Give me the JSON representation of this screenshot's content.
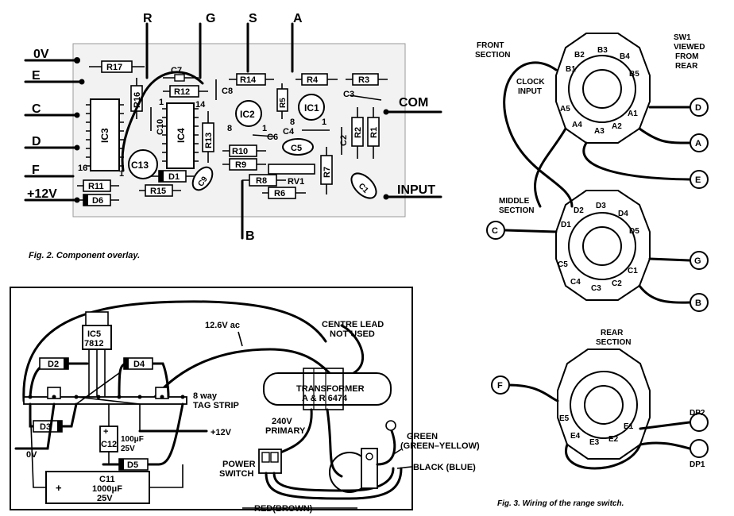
{
  "fig2": {
    "caption": "Fig. 2. Component overlay.",
    "side_labels": [
      "0V",
      "E",
      "C",
      "D",
      "F",
      "+12V"
    ],
    "top_labels": [
      "R",
      "G",
      "S",
      "A"
    ],
    "bottom_label": "B",
    "right_labels": {
      "com": "COM",
      "input": "INPUT"
    },
    "components": {
      "r17": "R17",
      "c7": "C7",
      "r12": "R12",
      "c8": "C8",
      "r14": "R14",
      "r4": "R4",
      "r3": "R3",
      "r16": "R16",
      "ic3": "IC3",
      "c10": "C10",
      "ic4": "IC4",
      "ic2": "IC2",
      "r5": "R5",
      "ic1": "IC1",
      "c3": "C3",
      "c6": "C6",
      "c4": "C4",
      "c5": "C5",
      "c2": "C2",
      "r2": "R2",
      "r1": "R1",
      "r13": "R13",
      "c13": "C13",
      "r10": "R10",
      "r9": "R9",
      "d1": "D1",
      "c9": "C9",
      "r7": "R7",
      "r11": "R11",
      "r15": "R15",
      "r8": "R8",
      "rv1": "RV1",
      "c1": "C1",
      "d6": "D6",
      "r6": "R6",
      "pin1a": "1",
      "pin14": "14",
      "pin1b": "1",
      "pin8a": "8",
      "pin1c": "1",
      "pin8b": "8",
      "pin1d": "1",
      "pin16": "16",
      "pin1e": "1"
    }
  },
  "psu": {
    "ic5": "IC5",
    "ic5_part": "7812",
    "ac": "12.6V ac",
    "centre_lead": "CENTRE LEAD",
    "not_used": "NOT USED",
    "d2": "D2",
    "d4": "D4",
    "d3": "D3",
    "d5": "D5",
    "transformer": "TRANSFORMER",
    "transformer_part": "A & R 6474",
    "tag_strip_1": "8 way",
    "tag_strip_2": "TAG STRIP",
    "plus12v": "+12V",
    "c12": "C12",
    "c12_val": "100μF",
    "c12_v": "25V",
    "zero_v": "0V",
    "primary_1": "240V",
    "primary_2": "PRIMARY",
    "green_1": "GREEN",
    "green_2": "(GREEN–YELLOW)",
    "power_1": "POWER",
    "power_2": "SWITCH",
    "black": "BLACK (BLUE)",
    "c11": "C11",
    "c11_val": "1000μF",
    "c11_v": "25V",
    "red": "RED(BROWN)"
  },
  "fig3": {
    "caption": "Fig. 3. Wiring of the range switch.",
    "front_section_1": "FRONT",
    "front_section_2": "SECTION",
    "sw1": "SW1",
    "viewed_1": "VIEWED",
    "viewed_2": "FROM",
    "viewed_3": "REAR",
    "clock_1": "CLOCK",
    "clock_2": "INPUT",
    "middle_1": "MIDDLE",
    "middle_2": "SECTION",
    "rear_1": "REAR",
    "rear_2": "SECTION",
    "front_pins": [
      "B1",
      "B2",
      "B3",
      "B4",
      "B5",
      "A1",
      "A2",
      "A3",
      "A4",
      "A5"
    ],
    "middle_pins": [
      "D1",
      "D2",
      "D3",
      "D4",
      "D5",
      "C1",
      "C2",
      "C3",
      "C4",
      "C5"
    ],
    "rear_pins": [
      "E1",
      "E2",
      "E3",
      "E4",
      "E5"
    ],
    "terminals": {
      "d": "D",
      "a": "A",
      "e": "E",
      "c": "C",
      "g": "G",
      "b": "B",
      "f": "F",
      "dp2": "DP2",
      "dp1": "DP1"
    }
  }
}
